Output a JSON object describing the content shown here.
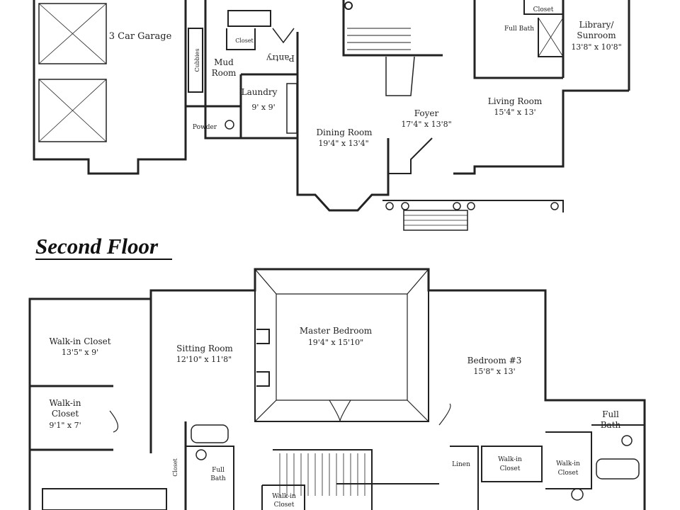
{
  "title": "Second Floor",
  "first_floor": {
    "garage": "3 Car Garage",
    "cubbies": "Cubbies",
    "mud_room": [
      "Mud",
      "Room"
    ],
    "closet": "Closet",
    "pantry": "Pantry",
    "laundry": {
      "name": "Laundry",
      "size": "9' x 9'"
    },
    "powder": "Powder",
    "dining_room": {
      "name": "Dining Room",
      "size": "19'4\" x 13'4\""
    },
    "foyer": {
      "name": "Foyer",
      "size": "17'4\" x 13'8\""
    },
    "living_room": {
      "name": "Living Room",
      "size": "15'4\" x 13'"
    },
    "full_bath": "Full Bath",
    "closet_top": "Closet",
    "library": {
      "name": [
        "Library/",
        "Sunroom"
      ],
      "size": "13'8\" x 10'8\""
    }
  },
  "second_floor": {
    "walkin_closet_1": {
      "name": "Walk-in Closet",
      "size": "13'5\" x 9'"
    },
    "walkin_closet_2": {
      "name": [
        "Walk-in",
        "Closet"
      ],
      "size": "9'1\" x 7'"
    },
    "sitting_room": {
      "name": "Sitting Room",
      "size": "12'10\" x 11'8\""
    },
    "master_bedroom": {
      "name": "Master Bedroom",
      "size": "19'4\" x 15'10\""
    },
    "bedroom_3": {
      "name": "Bedroom #3",
      "size": "15'8\" x 13'"
    },
    "full_bath_right": [
      "Full",
      "Bath"
    ],
    "full_bath_mid": [
      "Full",
      "Bath"
    ],
    "closet_vertical": "Closet",
    "linen": "Linen",
    "walkin_closet_3": [
      "Walk-in",
      "Closet"
    ],
    "walkin_closet_4": [
      "Walk-in",
      "Closet"
    ],
    "walkin_closet_5": [
      "Walk-in",
      "Closet"
    ]
  }
}
